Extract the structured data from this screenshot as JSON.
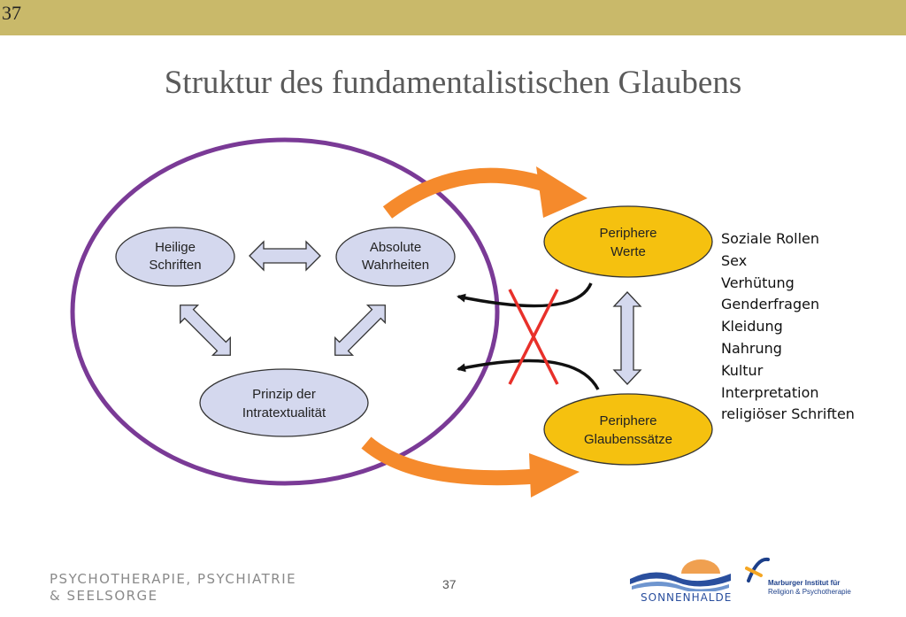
{
  "slide": {
    "number_top": "37",
    "title": "Struktur des fundamentalistischen Glaubens",
    "page_number": "37"
  },
  "diagram": {
    "nodes": {
      "heilige": [
        "Heilige",
        "Schriften"
      ],
      "absolute": [
        "Absolute",
        "Wahrheiten"
      ],
      "prinzip": [
        "Prinzip der",
        "Intratextualität"
      ],
      "werte": [
        "Periphere",
        "Werte"
      ],
      "glaubenssaetze": [
        "Periphere",
        "Glaubenssätze"
      ]
    },
    "colors": {
      "circle": "#7a3a96",
      "inner_fill": "#d4d8ee",
      "peripheral_fill": "#f5c10f",
      "orange_arrow": "#f58a2c",
      "cross": "#e8302a"
    }
  },
  "list": [
    "Soziale Rollen",
    "Sex",
    "Verhütung",
    "Genderfragen",
    "Kleidung",
    "Nahrung",
    "Kultur",
    "Interpretation",
    "religiöser Schriften"
  ],
  "footer": {
    "line1": "PSYCHOTHERAPIE, PSYCHIATRIE",
    "line2": "& SEELSORGE",
    "logo_sonnenhalde": "SONNENHALDE",
    "logo_marburg_line1": "Marburger Institut für",
    "logo_marburg_line2": "Religion & Psychotherapie"
  }
}
